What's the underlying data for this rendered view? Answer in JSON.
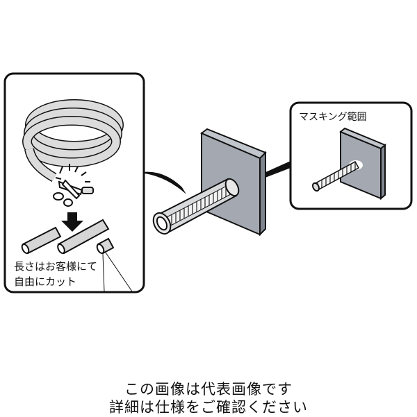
{
  "left_panel": {
    "label_line1": "長さはお客様にて",
    "label_line2": "自由にカット"
  },
  "right_panel": {
    "label": "マスキング範囲"
  },
  "note": {
    "line1": "この画像は代表画像です",
    "line2": "詳細は仕様をご確認ください"
  },
  "icons": [
    "tube-coil-icon",
    "scissors-icon",
    "arrow-down-icon",
    "tube-piece-icon",
    "threaded-stud-icon",
    "plate-icon"
  ],
  "colors": {
    "stroke": "#111111",
    "plate": "#a3a8b1",
    "plate_side": "#7f858e",
    "tube": "#d8dadc"
  }
}
